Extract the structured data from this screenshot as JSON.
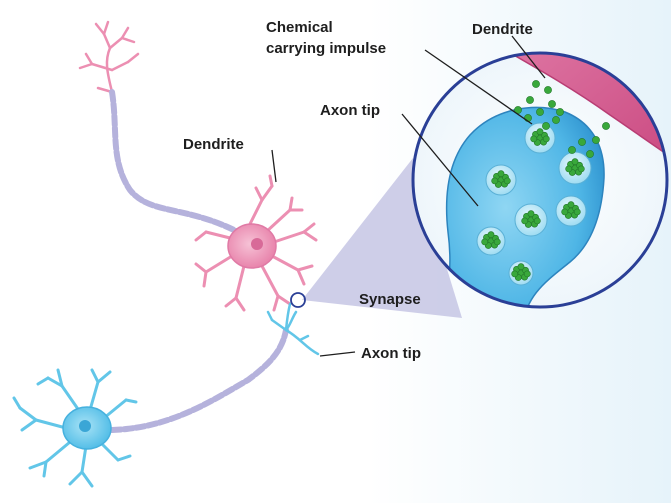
{
  "labels": {
    "chemical_line1": "Chemical",
    "chemical_line2": "carrying impulse",
    "dendrite_zoom": "Dendrite",
    "axon_tip_zoom": "Axon tip",
    "dendrite_main": "Dendrite",
    "synapse": "Synapse",
    "axon_tip_main": "Axon tip"
  },
  "colors": {
    "pink_neuron": "#ec8fb2",
    "blue_neuron": "#62c6e8",
    "myelin": "#b5b2dc",
    "axon_tip_fill": "#58bce9",
    "dendrite_band": "#d2588e",
    "vesicle_green": "#39a83b",
    "circle_border": "#2a3f96",
    "wedge": "#c6c5e4",
    "background_tint": "#e8f4fa"
  }
}
